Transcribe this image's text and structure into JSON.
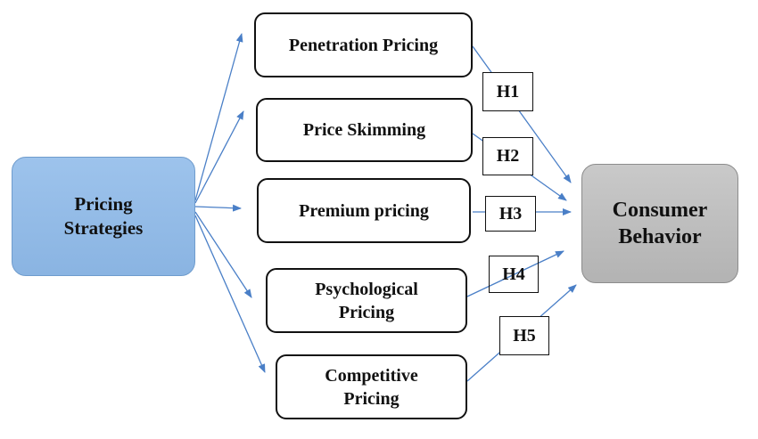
{
  "source": {
    "label": "Pricing\nStrategies"
  },
  "target": {
    "label": "Consumer\nBehavior"
  },
  "strategies": [
    {
      "id": "penetration",
      "label": "Penetration Pricing"
    },
    {
      "id": "skimming",
      "label": "Price Skimming"
    },
    {
      "id": "premium",
      "label": "Premium pricing"
    },
    {
      "id": "psychological",
      "label": "Psychological\nPricing"
    },
    {
      "id": "competitive",
      "label": "Competitive\nPricing"
    }
  ],
  "hypotheses": [
    {
      "id": "h1",
      "label": "H1",
      "from": "penetration"
    },
    {
      "id": "h2",
      "label": "H2",
      "from": "skimming"
    },
    {
      "id": "h3",
      "label": "H3",
      "from": "premium"
    },
    {
      "id": "h4",
      "label": "H4",
      "from": "psychological"
    },
    {
      "id": "h5",
      "label": "H5",
      "from": "competitive"
    }
  ],
  "colors": {
    "arrow": "#4a7fc7",
    "source_fill": "#8ab4e2",
    "target_fill": "#b8b8b8"
  }
}
